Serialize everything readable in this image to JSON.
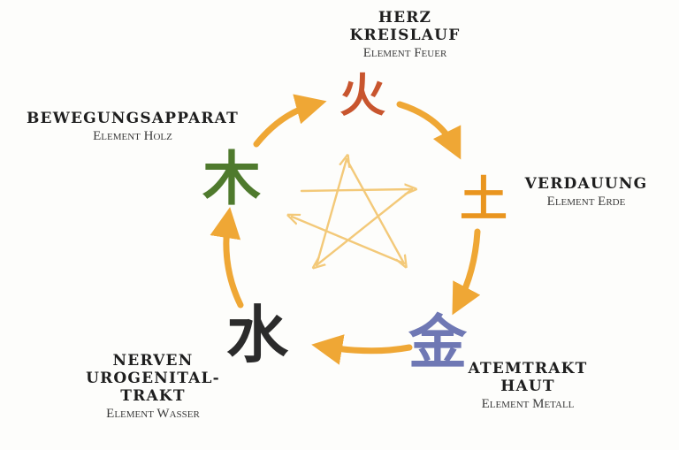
{
  "elements": [
    {
      "id": "fire",
      "glyph": "火",
      "title_lines": [
        "Herz",
        "Kreislauf"
      ],
      "subtitle": "Element Feuer",
      "color": "#c8552e"
    },
    {
      "id": "earth",
      "glyph": "土",
      "title_lines": [
        "Verdauung"
      ],
      "subtitle": "Element Erde",
      "color": "#e9951f"
    },
    {
      "id": "metal",
      "glyph": "金",
      "title_lines": [
        "Atemtrakt",
        "Haut"
      ],
      "subtitle": "Element Metall",
      "color": "#6f78b4"
    },
    {
      "id": "water",
      "glyph": "水",
      "title_lines": [
        "Nerven",
        "Urogenital-",
        "trakt"
      ],
      "subtitle": "Element Wasser",
      "color": "#2b2b2b"
    },
    {
      "id": "wood",
      "glyph": "木",
      "title_lines": [
        "Bewegungsapparat"
      ],
      "subtitle": "Element Holz",
      "color": "#4f7a2d"
    }
  ],
  "colors": {
    "cycle_arrow": "#efa735",
    "star_arrow": "#f3c979"
  }
}
